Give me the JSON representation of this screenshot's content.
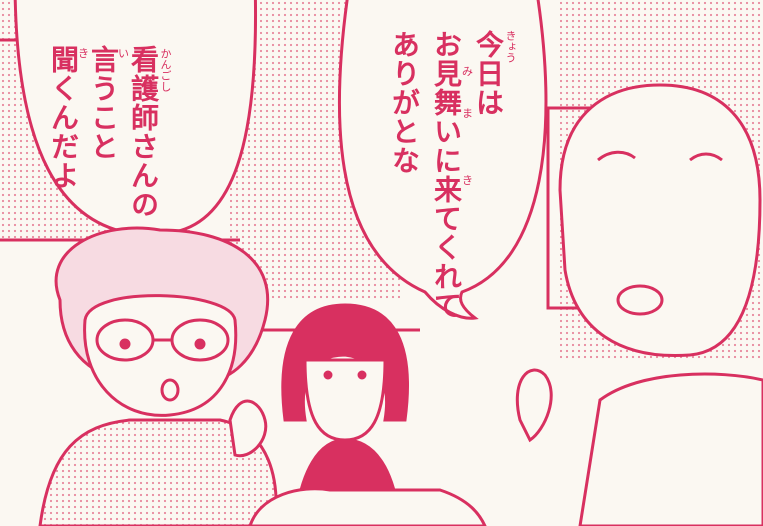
{
  "colors": {
    "ink": "#d83060",
    "paper": "#fbf8f2",
    "tone": "#f3c6d2"
  },
  "speech_right": {
    "lines": [
      "今日は",
      "お見舞いに来てくれて",
      "ありがとな"
    ],
    "ruby": [
      "きょう",
      "み",
      "ま",
      "き"
    ]
  },
  "speech_left": {
    "lines": [
      "看護師さんの",
      "言うこと",
      "聞くんだよ"
    ],
    "ruby": [
      "かんごし",
      "い",
      "き"
    ]
  },
  "characters": [
    "grandmother-with-glasses",
    "girl-with-bob-haircut",
    "grandfather-in-hospital-bed"
  ]
}
